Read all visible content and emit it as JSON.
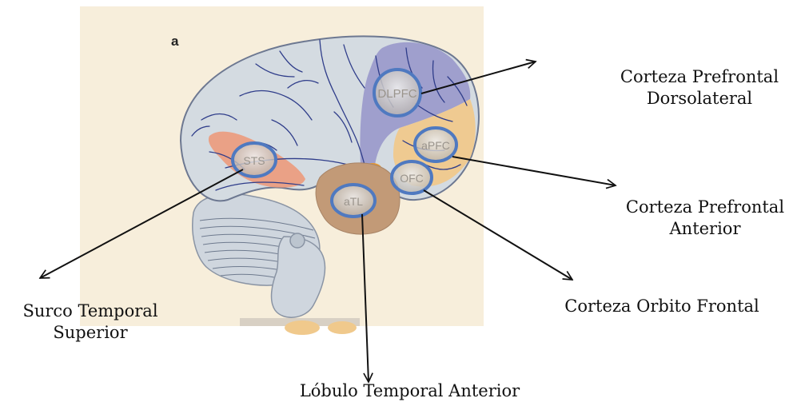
{
  "panel_letter": "a",
  "regions": {
    "dlpfc": "DLPFC",
    "apfc": "aPFC",
    "ofc": "OFC",
    "sts": "STS",
    "atl": "aTL"
  },
  "labels": {
    "dlpfc": [
      "Corteza Prefrontal",
      "Dorsolateral"
    ],
    "apfc": [
      "Corteza Prefrontal",
      "Anterior"
    ],
    "ofc": [
      "Corteza Orbito  Frontal"
    ],
    "sts": [
      "Surco Temporal",
      "Superior"
    ],
    "atl": [
      "Lóbulo Temporal Anterior"
    ]
  },
  "colors": {
    "image_background": "#f7eedb",
    "cortex": "#d4dbe1",
    "sulci": "#2f3d8a",
    "dlpfc_region": "#9c9ccb",
    "apfc_region": "#f0c98c",
    "sts_region": "#ec9a7c",
    "atl_region": "#c29a77",
    "circle_outline": "#4f79c0",
    "arrows": "#111111"
  },
  "icons": {
    "brain": "brain-lateral-view",
    "arrow": "arrow-right"
  }
}
